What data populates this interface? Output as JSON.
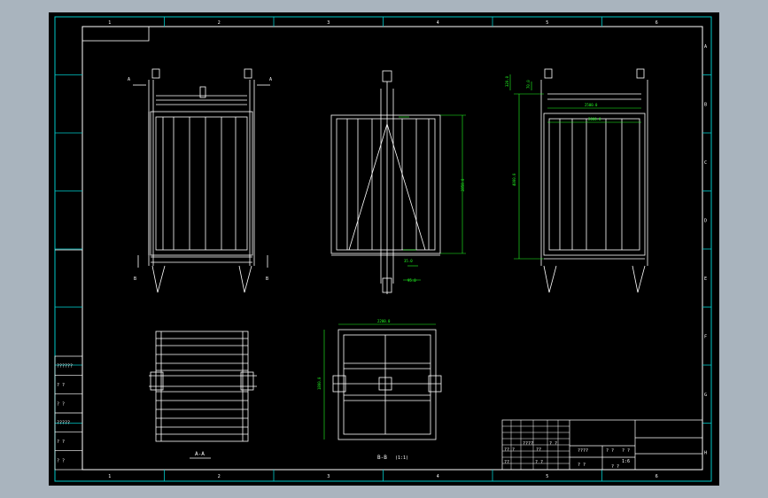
{
  "colors": {
    "desktop": "#a9b4be",
    "paper": "#000000",
    "frame": "#00c8c8",
    "lines": "#ffffff",
    "dims": "#22ff22",
    "accent": "#ff3030"
  },
  "border": {
    "top_zones": [
      "1",
      "2",
      "3",
      "4",
      "5",
      "6"
    ],
    "bottom_zones": [
      "1",
      "2",
      "3",
      "4",
      "5",
      "6"
    ],
    "right_zones": [
      "A",
      "B",
      "C",
      "D",
      "E",
      "F",
      "G",
      "H"
    ]
  },
  "views": {
    "front": {
      "section_mark_left": "A",
      "section_mark_right": "A",
      "cut_mark_left": "B",
      "cut_mark_right": "B"
    },
    "side": {
      "dim_height": "2850.0",
      "dim_foot_a": "35.0",
      "dim_foot_b": "95.0"
    },
    "right": {
      "dim_top_a": "320.0",
      "dim_top_b": "70.0",
      "dim_width_outer": "2500.0",
      "dim_width_inner": "2000.0",
      "dim_height": "4000.0"
    },
    "section_aa": {
      "label": "A-A"
    },
    "section_bb": {
      "label": "B-B",
      "scale": "(1:1)",
      "dim_width": "2200.0",
      "dim_height": "1800.0"
    }
  },
  "left_table": {
    "rows": [
      "??????",
      "? ?",
      "? ?",
      "?????",
      "? ?",
      "? ?"
    ]
  },
  "title_block": {
    "cells": [
      "?? ?",
      "????",
      "? ?",
      "??",
      "????",
      "? ?",
      "? ?",
      "??",
      "? ?",
      "1:6",
      "? ?",
      "? ?"
    ]
  }
}
